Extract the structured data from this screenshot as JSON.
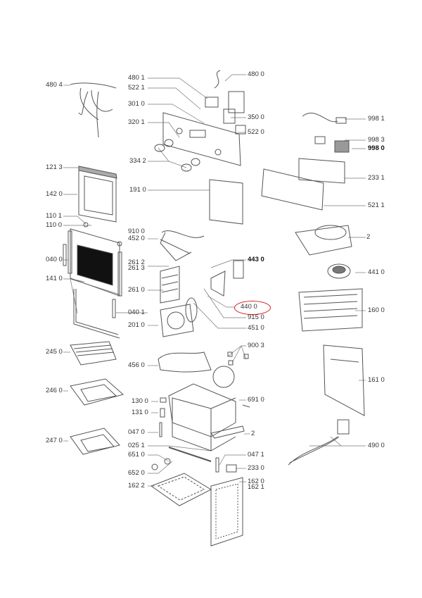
{
  "diagram": {
    "type": "exploded-parts-diagram",
    "highlight_color": "#d42020",
    "highlighted_part": "440 0",
    "labels": [
      "480 4",
      "480 1",
      "522 1",
      "301 0",
      "320 1",
      "334 2",
      "480 0",
      "350 0",
      "522 0",
      "998 1",
      "998 3",
      "998 0",
      "233 1",
      "521 1",
      "121 3",
      "142 0",
      "191 0",
      "110 1",
      "110 0",
      "910 0",
      "452 0",
      "2",
      "040 0",
      "261 2",
      "261 3",
      "443 0",
      "441 0",
      "141 0",
      "261 0",
      "440 0",
      "160 0",
      "040 1",
      "915 0",
      "201 0",
      "451 0",
      "900 3",
      "245 0",
      "456 0",
      "161 0",
      "246 0",
      "130 0",
      "691 0",
      "131 0",
      "047 0",
      "2",
      "247 0",
      "025 1",
      "490 0",
      "651 0",
      "047 1",
      "652 0",
      "233 0",
      "162 0",
      "162 2",
      "162 1"
    ]
  }
}
